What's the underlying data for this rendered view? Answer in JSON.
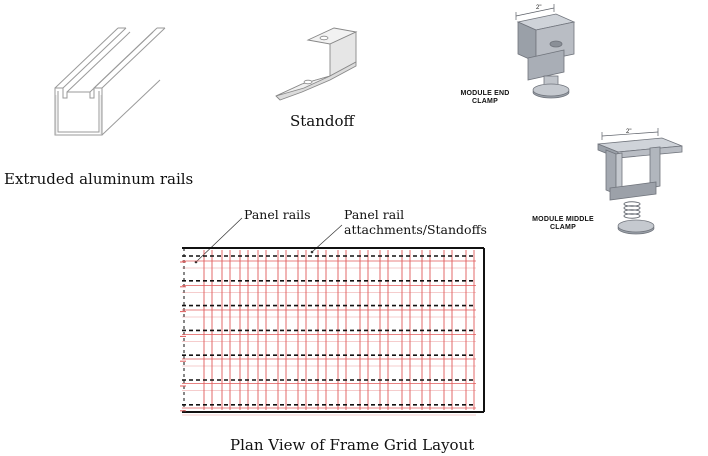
{
  "captions": {
    "rails": "Extruded aluminum rails",
    "standoff": "Standoff",
    "end_clamp": "MODULE END\nCLAMP",
    "middle_clamp": "MODULE MIDDLE\nCLAMP",
    "clamp_dim_top": "2\"",
    "clamp_dim_mid": "2\"",
    "panel_rails": "Panel rails",
    "attachments_line1": "Panel rail",
    "attachments_line2": "attachments/Standoffs",
    "plan_view": "Plan View of Frame Grid Layout"
  },
  "colors": {
    "grid_red": "#e05a5a",
    "grid_dash": "#111111",
    "metal": "#b9bdc4",
    "metal_dark": "#7f848c"
  }
}
